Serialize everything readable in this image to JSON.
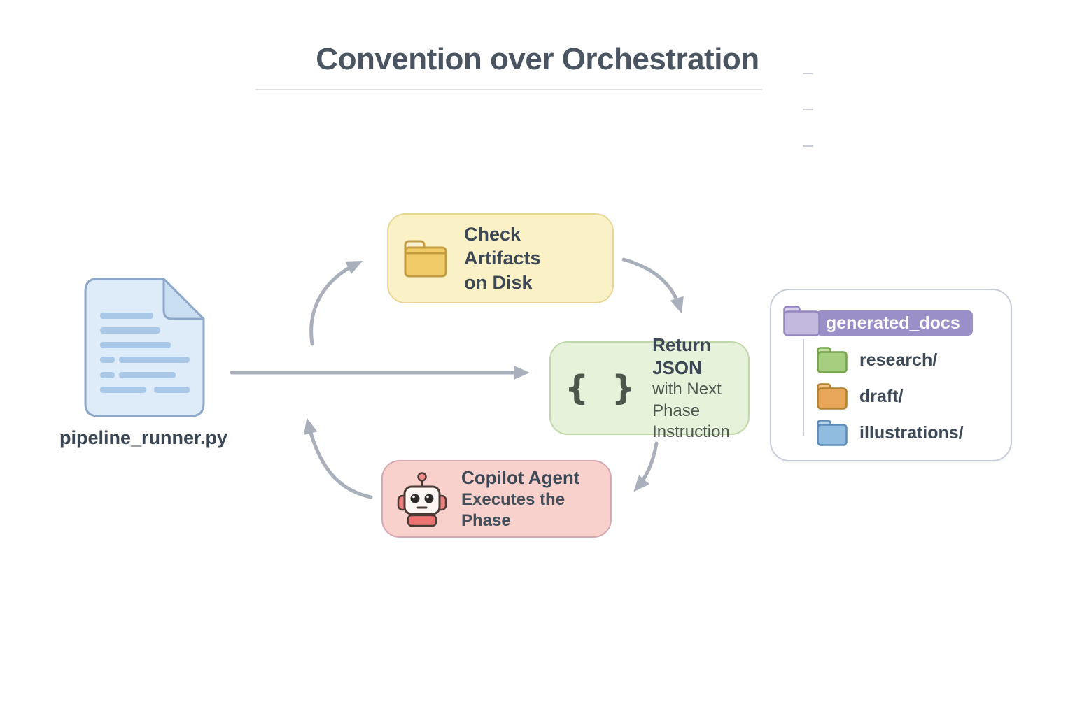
{
  "title": "Convention over Orchestration",
  "file": {
    "label": "pipeline_runner.py"
  },
  "cycle": {
    "check_box": {
      "line1": "Check Artifacts",
      "line2": "on Disk"
    },
    "json_box": {
      "icon_glyph": "{ }",
      "line1": "Return JSON",
      "line2": "with Next Phase",
      "line3": "Instruction"
    },
    "agent_box": {
      "line1": "Copilot Agent",
      "line2": "Executes the Phase"
    }
  },
  "tree": {
    "root": "generated_docs",
    "items": [
      {
        "label": "research/",
        "folder_color": "green"
      },
      {
        "label": "draft/",
        "folder_color": "orange"
      },
      {
        "label": "illustrations/",
        "folder_color": "blue"
      }
    ]
  },
  "icons": {
    "file": "python-script-file-icon",
    "check": "folder-icon",
    "json": "curly-braces-icon",
    "agent": "robot-icon",
    "root": "purple-folder-icon"
  },
  "colors": {
    "title_text": "#4a5561",
    "body_text": "#3d4856",
    "arrow": "#a9b0bb",
    "check_bg": "#faf1c6",
    "check_border": "#e7d698",
    "json_bg": "#e6f2da",
    "json_border": "#c0d8a9",
    "agent_bg": "#f9d1cc",
    "agent_border": "#d3a8b0",
    "panel_border": "#c7cdd8",
    "root_label_bg": "#9b8fc7",
    "file_fill": "#deebf8",
    "file_stroke": "#8ca7c7",
    "file_lines": "#a9c8e8",
    "folder_yellow": "#f1cb68",
    "folder_green": "#a5cf7e",
    "folder_orange": "#e8a758",
    "folder_blue": "#8fbcdf",
    "folder_purple": "#c3b8de"
  }
}
